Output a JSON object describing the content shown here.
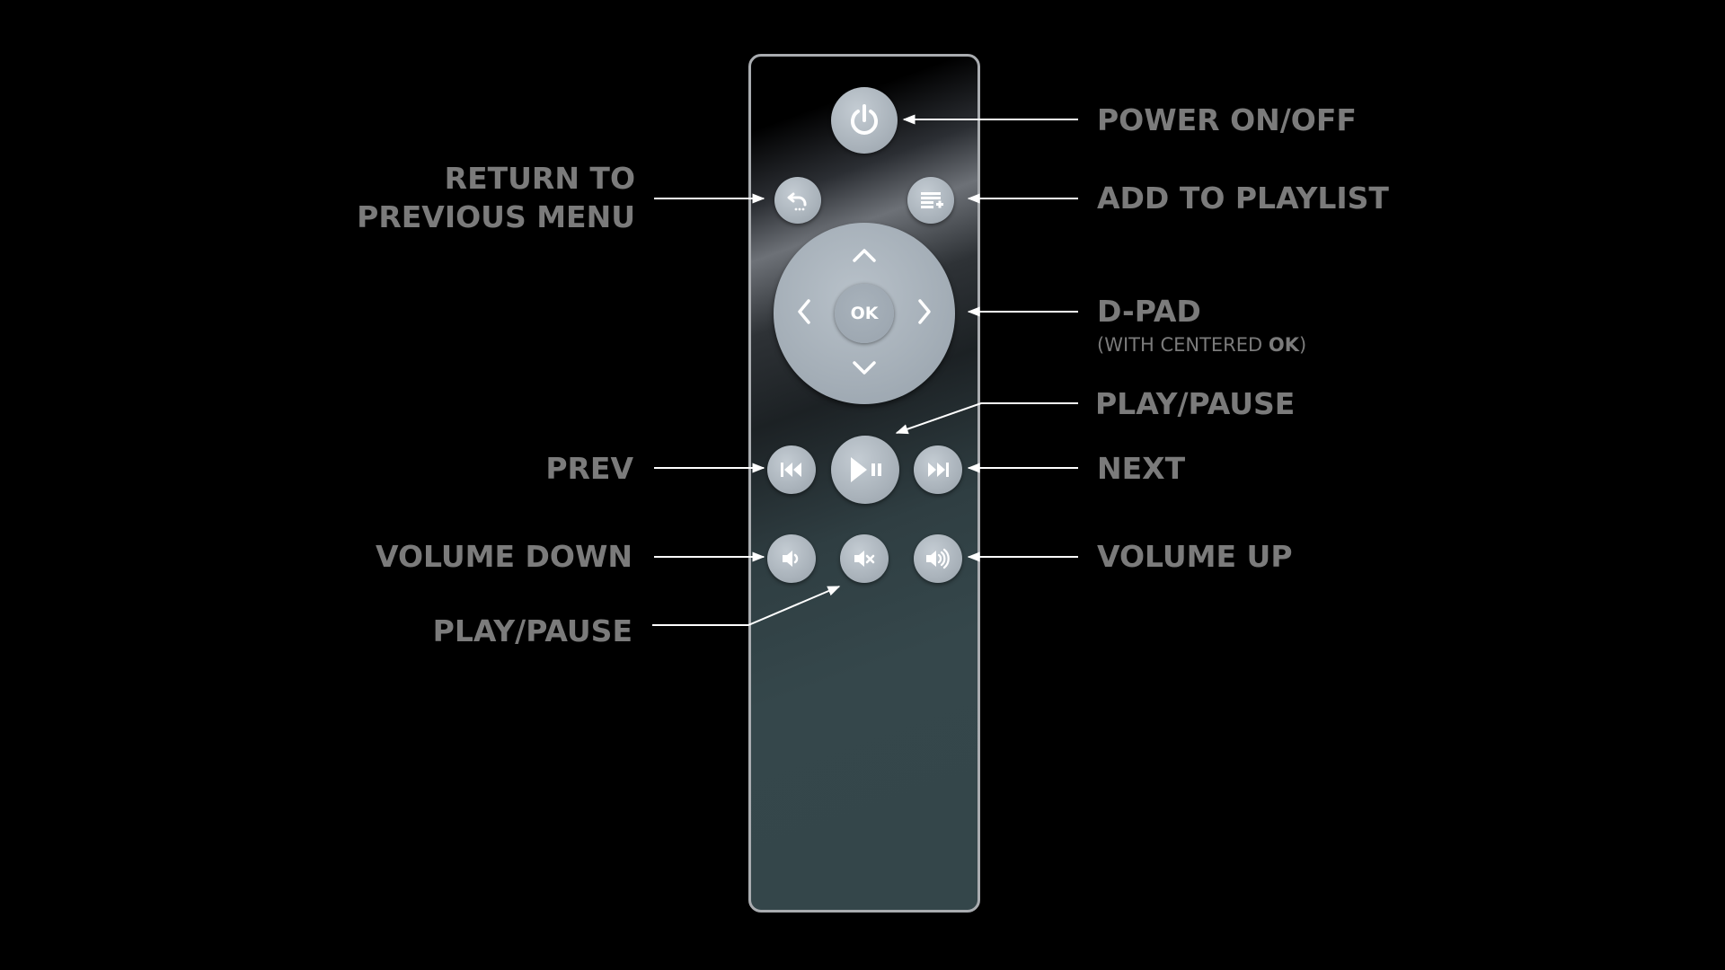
{
  "labels": {
    "power": "POWER ON/OFF",
    "add_playlist": "ADD TO PLAYLIST",
    "return_line1": "RETURN TO",
    "return_line2": "PREVIOUS MENU",
    "dpad": "D-PAD",
    "dpad_sub_prefix": "(WITH CENTERED ",
    "dpad_sub_bold": "OK",
    "dpad_sub_suffix": ")",
    "play_pause_top": "PLAY/PAUSE",
    "prev": "PREV",
    "next": "NEXT",
    "volume_down": "VOLUME DOWN",
    "volume_up": "VOLUME UP",
    "play_pause_bottom": "PLAY/PAUSE"
  },
  "remote": {
    "ok_label": "OK"
  },
  "icons": {
    "power": "power-icon",
    "back": "return-arrow-icon",
    "playlist": "playlist-add-icon",
    "up": "chevron-up-icon",
    "down": "chevron-down-icon",
    "left": "chevron-left-icon",
    "right": "chevron-right-icon",
    "prev": "skip-back-icon",
    "play_pause": "play-pause-icon",
    "next": "skip-forward-icon",
    "vol_down": "volume-down-icon",
    "mute": "mute-icon",
    "vol_up": "volume-up-icon"
  },
  "colors": {
    "background": "#000000",
    "label": "#7b7b7b",
    "button": "#aab3bb",
    "remote_border": "#a9acb0",
    "leader": "#ffffff"
  }
}
